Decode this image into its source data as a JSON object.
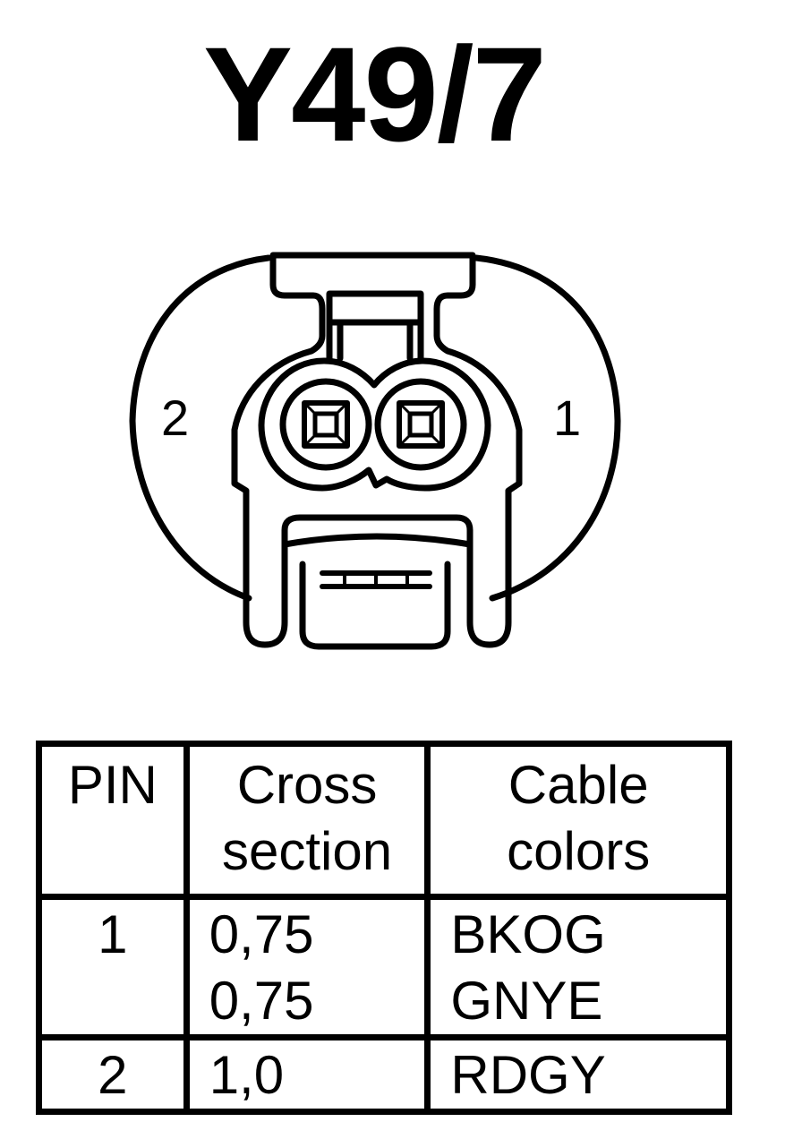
{
  "title": "Y49/7",
  "connector": {
    "pin_left_label": "2",
    "pin_right_label": "1"
  },
  "table": {
    "headers": {
      "pin": "PIN",
      "cross_section": [
        "Cross",
        "section"
      ],
      "cable_colors": [
        "Cable",
        "colors"
      ]
    },
    "rows": [
      {
        "pin": "1",
        "cross_section": [
          "0,75",
          "0,75"
        ],
        "cable_colors": [
          "BKOG",
          "GNYE"
        ]
      },
      {
        "pin": "2",
        "cross_section": [
          "1,0"
        ],
        "cable_colors": [
          "RDGY"
        ]
      }
    ]
  }
}
